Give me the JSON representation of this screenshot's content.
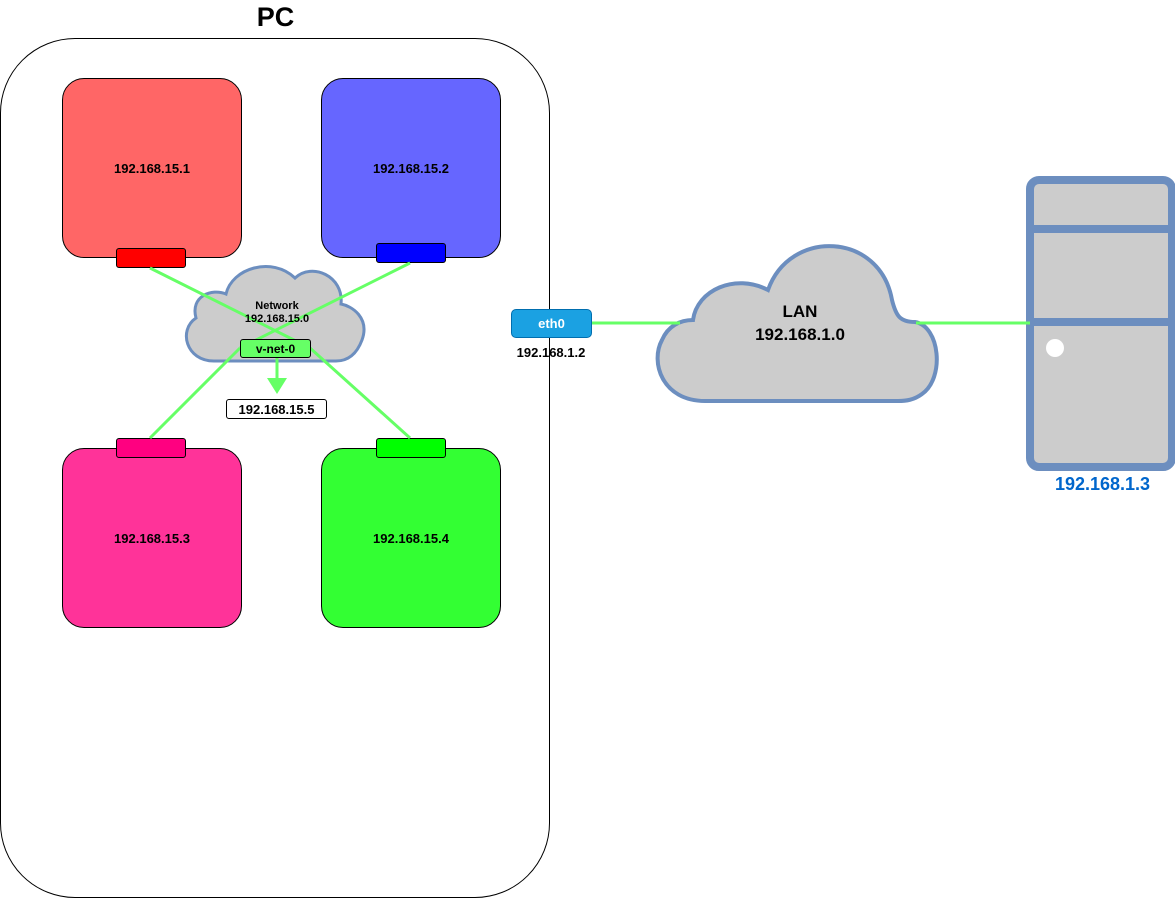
{
  "pc": {
    "title": "PC",
    "vms": [
      {
        "ip": "192.168.15.1",
        "color": "#ff6666",
        "nic_color": "#ff0000"
      },
      {
        "ip": "192.168.15.2",
        "color": "#6666ff",
        "nic_color": "#0000ff"
      },
      {
        "ip": "192.168.15.3",
        "color": "#ff3399",
        "nic_color": "#ff0080"
      },
      {
        "ip": "192.168.15.4",
        "color": "#33ff33",
        "nic_color": "#00ff00"
      }
    ],
    "network": {
      "name": "Network",
      "subnet": "192.168.15.0",
      "bridge": "v-net-0",
      "bridge_ip": "192.168.15.5"
    },
    "host_interface": {
      "name": "eth0",
      "ip": "192.168.1.2",
      "color": "#1ba1e2"
    }
  },
  "lan": {
    "name": "LAN",
    "subnet": "192.168.1.0"
  },
  "server": {
    "ip": "192.168.1.3",
    "label_color": "#0066cc"
  },
  "colors": {
    "link": "#66ff66",
    "cloud_fill": "#cccccc",
    "cloud_stroke": "#6c8ebf"
  }
}
